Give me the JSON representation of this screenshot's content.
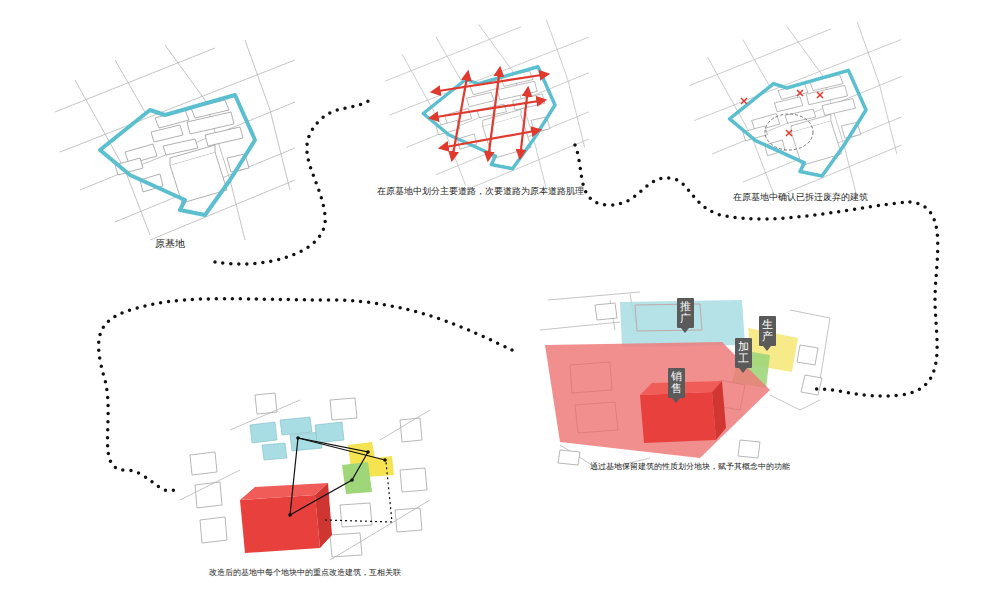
{
  "diagram": {
    "nodes": [
      {
        "text": [
          "推广"
        ]
      },
      {
        "text": [
          "生产"
        ]
      },
      {
        "text": [
          "加工"
        ]
      },
      {
        "text": [
          "销售"
        ]
      }
    ],
    "labels": [
      "原基地",
      "在原基地中划分主要道路，次要道路为原本道路肌理",
      "在原基地中确认已拆迁废弃的建筑",
      "通过基地保留建筑的性质划分地块，赋予其概念中的功能",
      "改造后的基地中每个地块中的重点改造建筑，互相关联"
    ]
  }
}
